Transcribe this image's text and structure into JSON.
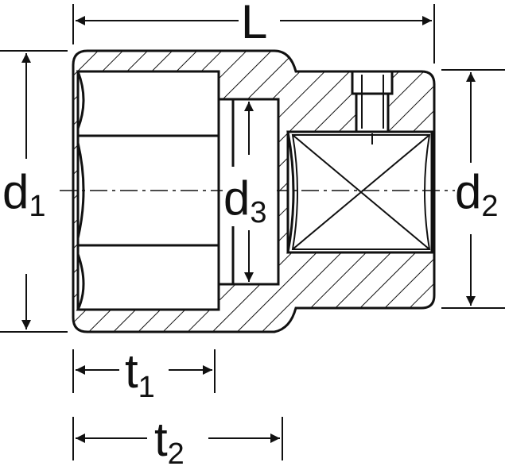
{
  "colors": {
    "ink": "#111111",
    "background": "#ffffff"
  },
  "labels": {
    "L": "L",
    "d1": {
      "base": "d",
      "sub": "1"
    },
    "d2": {
      "base": "d",
      "sub": "2"
    },
    "d3": {
      "base": "d",
      "sub": "3"
    },
    "t1": {
      "base": "t",
      "sub": "1"
    },
    "t2": {
      "base": "t",
      "sub": "2"
    }
  }
}
